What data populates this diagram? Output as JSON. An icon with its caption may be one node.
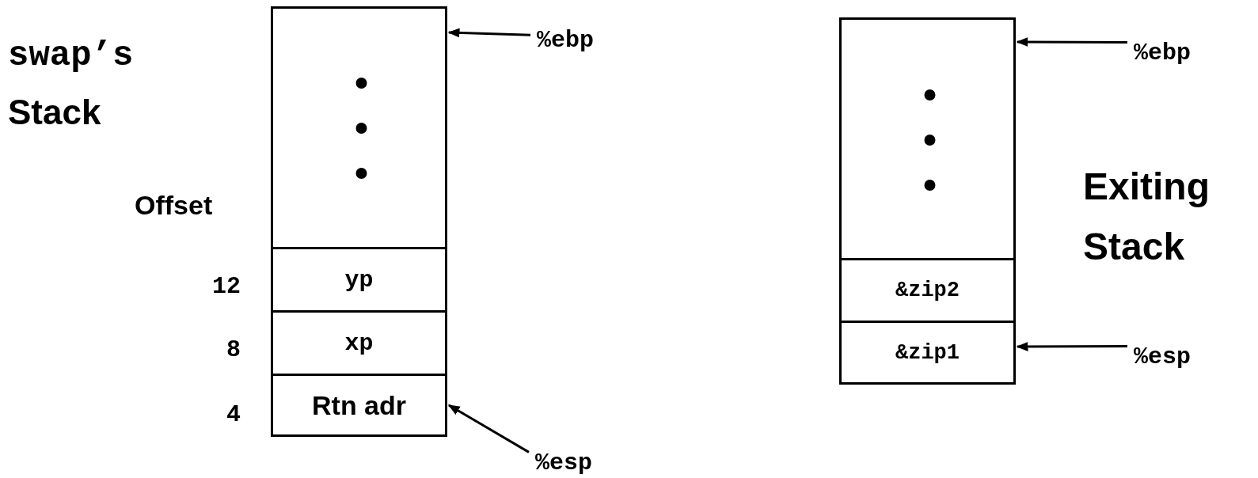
{
  "diagram": {
    "nodes": [
      {
        "text": [],
        "shape": "box"
      },
      {
        "text": [
          "yp"
        ]
      },
      {
        "text": [
          "xp"
        ]
      },
      {
        "text": [
          "Rtn adr"
        ]
      },
      {
        "text": [
          "%ebp"
        ]
      },
      {
        "text": [
          "%esp"
        ]
      },
      {
        "text": [],
        "shape": "box"
      },
      {
        "text": [
          "&zip2"
        ]
      },
      {
        "text": [
          "&zip1"
        ]
      },
      {
        "text": [
          "%ebp"
        ]
      },
      {
        "text": [
          "%esp"
        ]
      }
    ],
    "edges": [
      {
        "from": 4,
        "to": 0,
        "arrow": "to"
      },
      {
        "from": 5,
        "to": 3,
        "arrow": "to"
      },
      {
        "from": 9,
        "to": 6,
        "arrow": "to"
      },
      {
        "from": 10,
        "to": 8,
        "arrow": "to"
      }
    ],
    "labels": [
      "swap’s",
      "Stack",
      "Offset",
      "12",
      "8",
      "4",
      "Exiting",
      "Stack"
    ]
  }
}
